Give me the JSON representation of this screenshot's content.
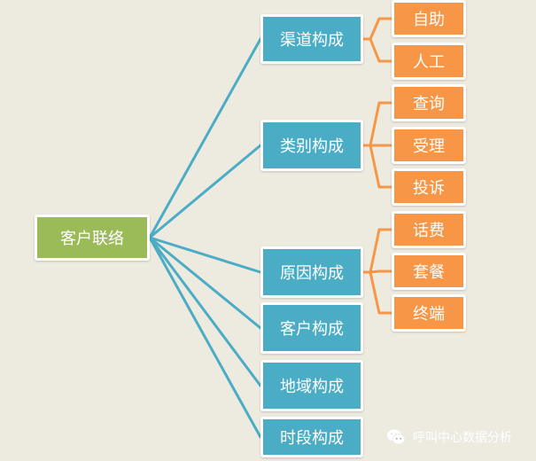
{
  "root": {
    "label": "客户联络"
  },
  "categories": [
    {
      "label": "渠道构成",
      "children": [
        "自助",
        "人工"
      ]
    },
    {
      "label": "类别构成",
      "children": [
        "查询",
        "受理",
        "投诉"
      ]
    },
    {
      "label": "原因构成",
      "children": [
        "话费",
        "套餐",
        "终端"
      ]
    },
    {
      "label": "客户构成",
      "children": []
    },
    {
      "label": "地域构成",
      "children": []
    },
    {
      "label": "时段构成",
      "children": []
    }
  ],
  "watermark": {
    "text": "呼叫中心数据分析",
    "icon": "wechat-icon"
  },
  "colors": {
    "background": "#edeae0",
    "root": "#9bbb59",
    "category": "#4bacc6",
    "leaf": "#f79646",
    "root_connector": "#4bacc6",
    "leaf_connector": "#f79646"
  }
}
